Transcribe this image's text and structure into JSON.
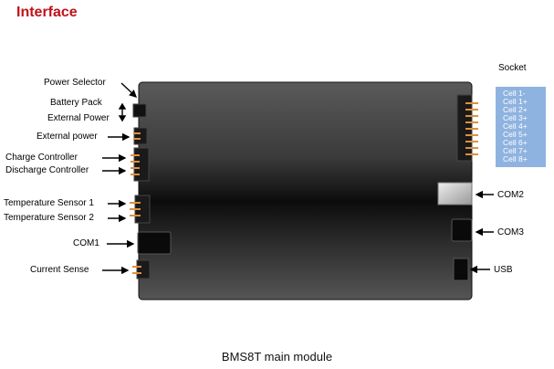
{
  "heading": "Interface",
  "caption": "BMS8T main module",
  "socket_label": "Socket",
  "left_labels": {
    "power_selector": "Power Selector",
    "battery_pack": "Battery Pack",
    "external_power_top": "External Power",
    "external_power": "External power",
    "charge_controller": "Charge Controller",
    "discharge_controller": "Discharge Controller",
    "temp_sensor_1": "Temperature Sensor 1",
    "temp_sensor_2": "Temperature Sensor 2",
    "com1": "COM1",
    "current_sense": "Current Sense"
  },
  "right_labels": {
    "com2": "COM2",
    "com3": "COM3",
    "usb": "USB"
  },
  "cells": [
    "Cell 1-",
    "Cell 1+",
    "Cell 2+",
    "Cell 3+",
    "Cell 4+",
    "Cell 5+",
    "Cell 6+",
    "Cell 7+",
    "Cell 8+"
  ],
  "colors": {
    "heading": "#c0121a",
    "cell_panel": "#8fb3e0",
    "module": "#2a2a2a",
    "pin": "#e0903c"
  }
}
